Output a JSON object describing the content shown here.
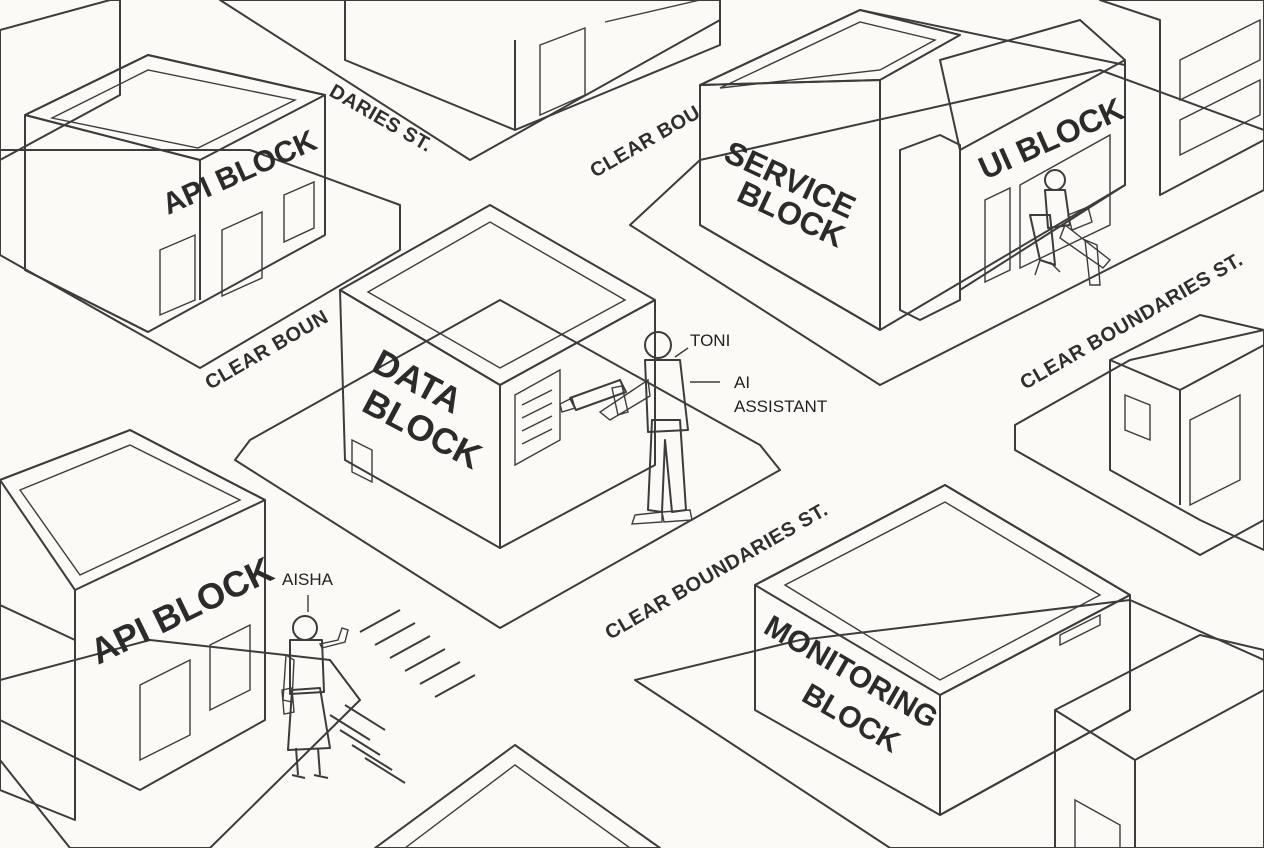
{
  "buildings": {
    "api_block_top": "API BLOCK",
    "api_block_bottom": "API BLOCK",
    "service_block_line1": "SERVICE",
    "service_block_line2": "BLOCK",
    "ui_block": "UI BLOCK",
    "data_block_line1": "DATA",
    "data_block_line2": "BLOCK",
    "monitoring_block_line1": "MONITORING",
    "monitoring_block_line2": "BLOCK"
  },
  "streets": {
    "top_left": "DARIES ST.",
    "top_middle": "CLEAR BOU",
    "left_middle": "CLEAR BOUN",
    "right_middle": "CLEAR BOUNDARIES ST.",
    "center": "CLEAR BOUNDARIES ST."
  },
  "people": {
    "toni": "TONI",
    "ai_assistant_line1": "AI",
    "ai_assistant_line2": "ASSISTANT",
    "aisha": "AISHA"
  },
  "colors": {
    "ground": "#fbfaf7",
    "sidewalk": "#efefed",
    "data_block_orange": "#f3b58e",
    "data_block_teal": "#a9d4d1",
    "building_white": "#ffffff"
  }
}
